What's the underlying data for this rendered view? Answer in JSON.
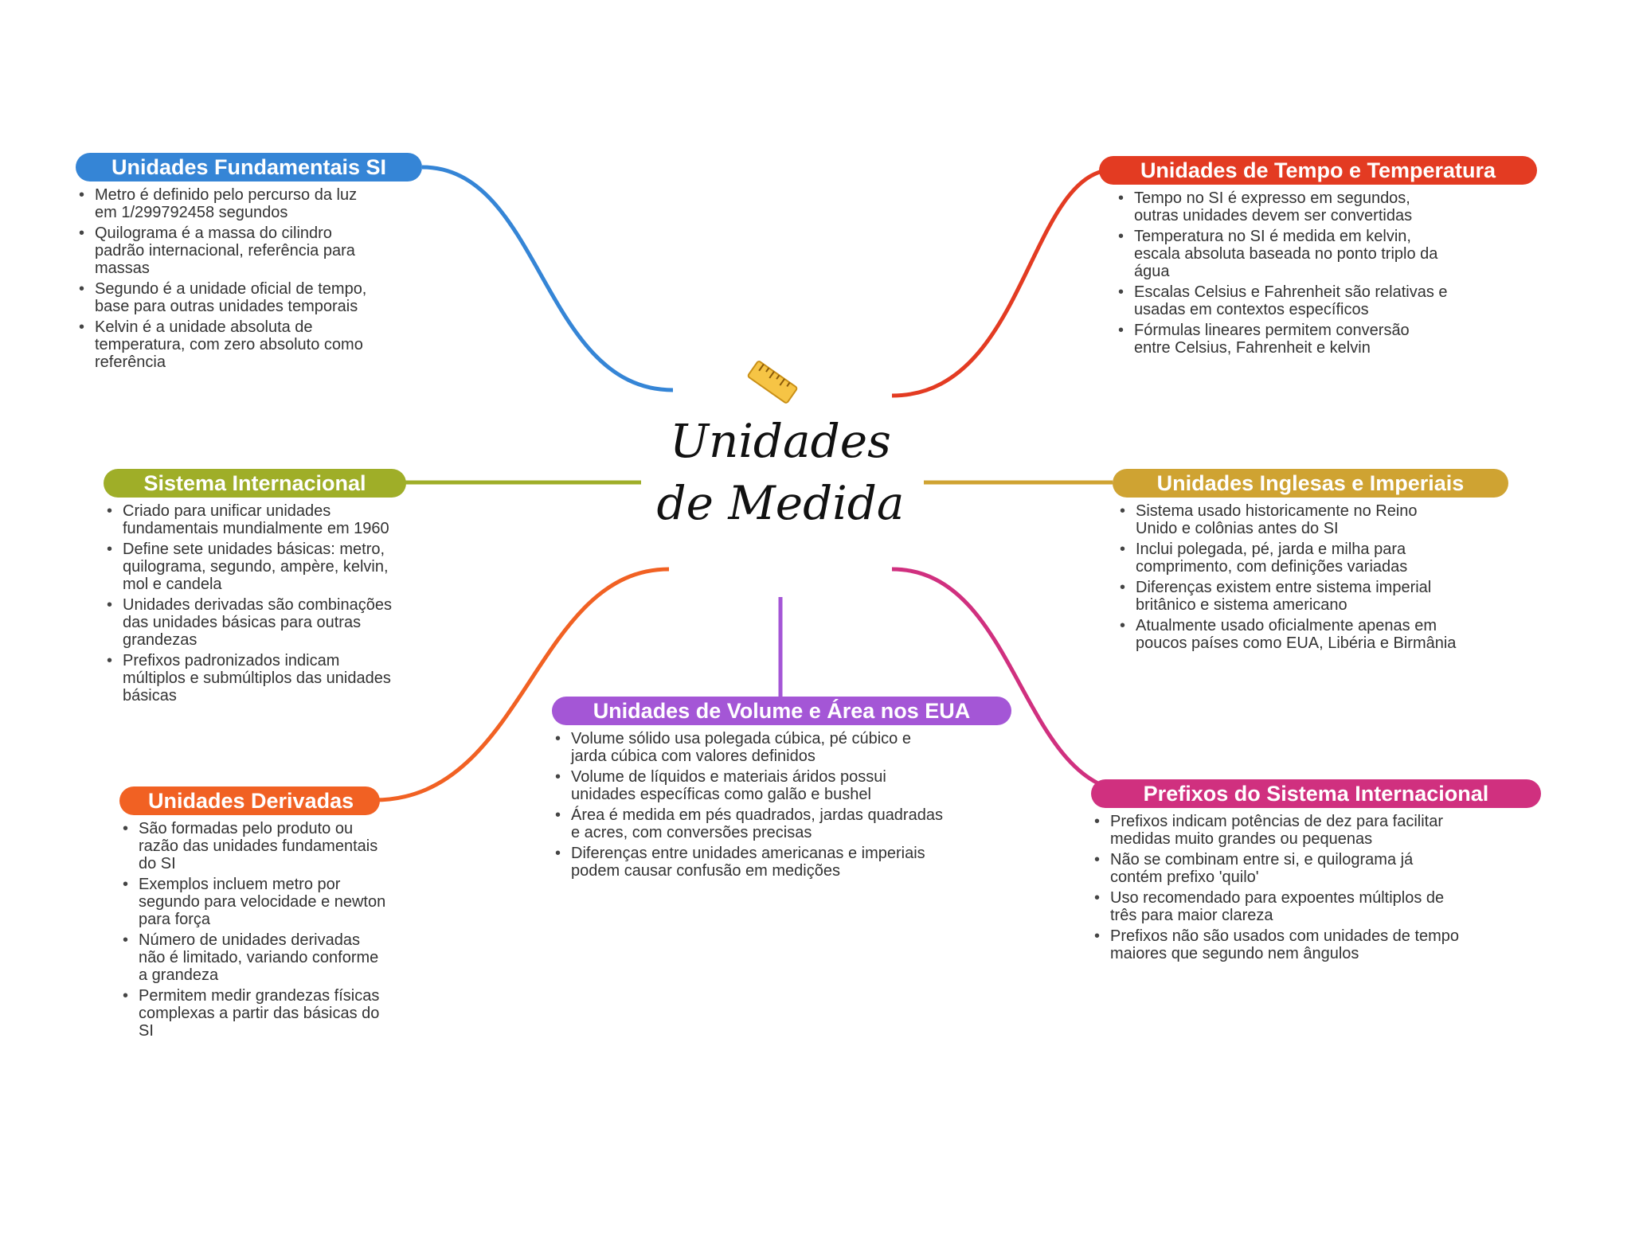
{
  "center": {
    "title": "Unidades de Medida",
    "icon": "ruler-icon"
  },
  "branches": [
    {
      "title": "Unidades Fundamentais SI",
      "color": "#3585d6",
      "items": [
        "Metro é definido pelo percurso da luz em 1/299792458 segundos",
        "Quilograma é a massa do cilindro padrão internacional, referência para massas",
        "Segundo é a unidade oficial de tempo, base para outras unidades temporais",
        "Kelvin é a unidade absoluta de temperatura, com zero absoluto como referência"
      ]
    },
    {
      "title": "Unidades de Tempo e Temperatura",
      "color": "#e33b22",
      "items": [
        "Tempo no SI é expresso em segundos, outras unidades devem ser convertidas",
        "Temperatura no SI é medida em kelvin, escala absoluta baseada no ponto triplo da água",
        "Escalas Celsius e Fahrenheit são relativas e usadas em contextos específicos",
        "Fórmulas lineares permitem conversão entre Celsius, Fahrenheit e kelvin"
      ]
    },
    {
      "title": "Sistema Internacional",
      "color": "#9fae28",
      "items": [
        "Criado para unificar unidades fundamentais mundialmente em 1960",
        "Define sete unidades básicas: metro, quilograma, segundo, ampère, kelvin, mol e candela",
        "Unidades derivadas são combinações das unidades básicas para outras grandezas",
        "Prefixos padronizados indicam múltiplos e submúltiplos das unidades básicas"
      ]
    },
    {
      "title": "Unidades Inglesas e Imperiais",
      "color": "#cfa332",
      "items": [
        "Sistema usado historicamente no Reino Unido e colônias antes do SI",
        "Inclui polegada, pé, jarda e milha para comprimento, com definições variadas",
        "Diferenças existem entre sistema imperial britânico e sistema americano",
        "Atualmente usado oficialmente apenas em poucos países como EUA, Libéria e Birmânia"
      ]
    },
    {
      "title": "Unidades de Volume e Área nos EUA",
      "color": "#a456d6",
      "items": [
        "Volume sólido usa polegada cúbica, pé cúbico e jarda cúbica com valores definidos",
        "Volume de líquidos e materiais áridos possui unidades específicas como galão e bushel",
        "Área é medida em pés quadrados, jardas quadradas e acres, com conversões precisas",
        "Diferenças entre unidades americanas e imperiais podem causar confusão em medições"
      ]
    },
    {
      "title": "Unidades Derivadas",
      "color": "#f16123",
      "items": [
        "São formadas pelo produto ou razão das unidades fundamentais do SI",
        "Exemplos incluem metro por segundo para velocidade e newton para força",
        "Número de unidades derivadas não é limitado, variando conforme a grandeza",
        "Permitem medir grandezas físicas complexas a partir das básicas do SI"
      ]
    },
    {
      "title": "Prefixos do Sistema Internacional",
      "color": "#d0307f",
      "items": [
        "Prefixos indicam potências de dez para facilitar medidas muito grandes ou pequenas",
        "Não se combinam entre si, e quilograma já contém prefixo 'quilo'",
        "Uso recomendado para expoentes múltiplos de três para maior clareza",
        "Prefixos não são usados com unidades de tempo maiores que segundo nem ângulos"
      ]
    }
  ]
}
